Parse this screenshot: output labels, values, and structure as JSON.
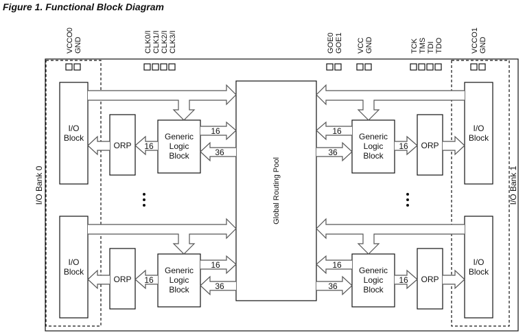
{
  "title": "Figure 1. Functional Block Diagram",
  "pins": [
    {
      "group": "vcco0-gnd",
      "labels": [
        "VCCO0",
        "GND"
      ]
    },
    {
      "group": "clk",
      "labels": [
        "CLK0/I",
        "CLK1/I",
        "CLK2/I",
        "CLK3/I"
      ]
    },
    {
      "group": "goe",
      "labels": [
        "GOE0",
        "GOE1"
      ]
    },
    {
      "group": "vcc-gnd",
      "labels": [
        "VCC",
        "GND"
      ]
    },
    {
      "group": "jtag",
      "labels": [
        "TCK",
        "TMS",
        "TDI",
        "TDO"
      ]
    },
    {
      "group": "vcco1-gnd",
      "labels": [
        "VCCO1",
        "GND"
      ]
    }
  ],
  "banks": {
    "left": "I/O Bank 0",
    "right": "I/O Bank 1"
  },
  "blocks": {
    "io_block": [
      "I/O",
      "Block"
    ],
    "orp": "ORP",
    "glb": [
      "Generic",
      "Logic",
      "Block"
    ],
    "grp": "Global Routing Pool"
  },
  "buses": {
    "glb_to_grp": "16",
    "grp_to_glb": "36",
    "glb_to_orp": "16"
  },
  "colors": {
    "line": "#111111",
    "arrow": "#555555"
  }
}
